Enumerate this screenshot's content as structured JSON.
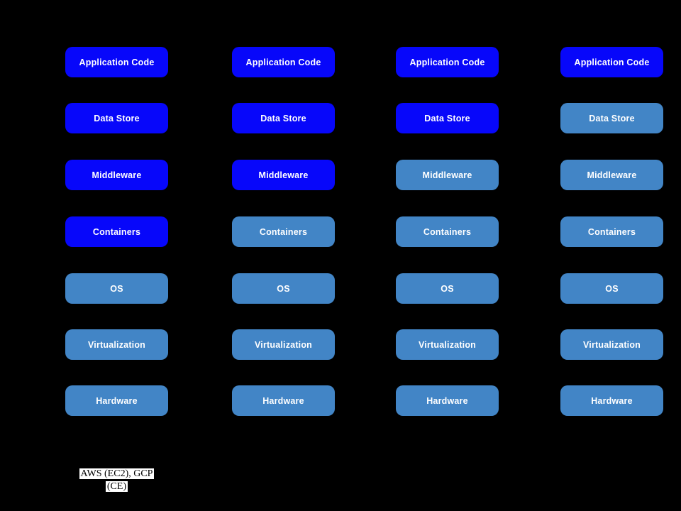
{
  "colors": {
    "background": "#000000",
    "bright_blue": "#0707fa",
    "steel_blue": "#4285c6",
    "box_text": "#ffffff",
    "caption_text": "#000000",
    "caption_highlight": "#ffffff"
  },
  "columns": [
    {
      "boxes": [
        {
          "label": "Application Code",
          "variant": "blue"
        },
        {
          "label": "Data Store",
          "variant": "blue"
        },
        {
          "label": "Middleware",
          "variant": "blue"
        },
        {
          "label": "Containers",
          "variant": "blue"
        },
        {
          "label": "OS",
          "variant": "steel"
        },
        {
          "label": "Virtualization",
          "variant": "steel"
        },
        {
          "label": "Hardware",
          "variant": "steel"
        }
      ],
      "caption": "AWS (EC2), GCP (CE)"
    },
    {
      "boxes": [
        {
          "label": "Application Code",
          "variant": "blue"
        },
        {
          "label": "Data Store",
          "variant": "blue"
        },
        {
          "label": "Middleware",
          "variant": "blue"
        },
        {
          "label": "Containers",
          "variant": "steel"
        },
        {
          "label": "OS",
          "variant": "steel"
        },
        {
          "label": "Virtualization",
          "variant": "steel"
        },
        {
          "label": "Hardware",
          "variant": "steel"
        }
      ]
    },
    {
      "boxes": [
        {
          "label": "Application Code",
          "variant": "blue"
        },
        {
          "label": "Data Store",
          "variant": "blue"
        },
        {
          "label": "Middleware",
          "variant": "steel"
        },
        {
          "label": "Containers",
          "variant": "steel"
        },
        {
          "label": "OS",
          "variant": "steel"
        },
        {
          "label": "Virtualization",
          "variant": "steel"
        },
        {
          "label": "Hardware",
          "variant": "steel"
        }
      ]
    },
    {
      "boxes": [
        {
          "label": "Application Code",
          "variant": "blue"
        },
        {
          "label": "Data Store",
          "variant": "steel"
        },
        {
          "label": "Middleware",
          "variant": "steel"
        },
        {
          "label": "Containers",
          "variant": "steel"
        },
        {
          "label": "OS",
          "variant": "steel"
        },
        {
          "label": "Virtualization",
          "variant": "steel"
        },
        {
          "label": "Hardware",
          "variant": "steel"
        }
      ]
    }
  ]
}
